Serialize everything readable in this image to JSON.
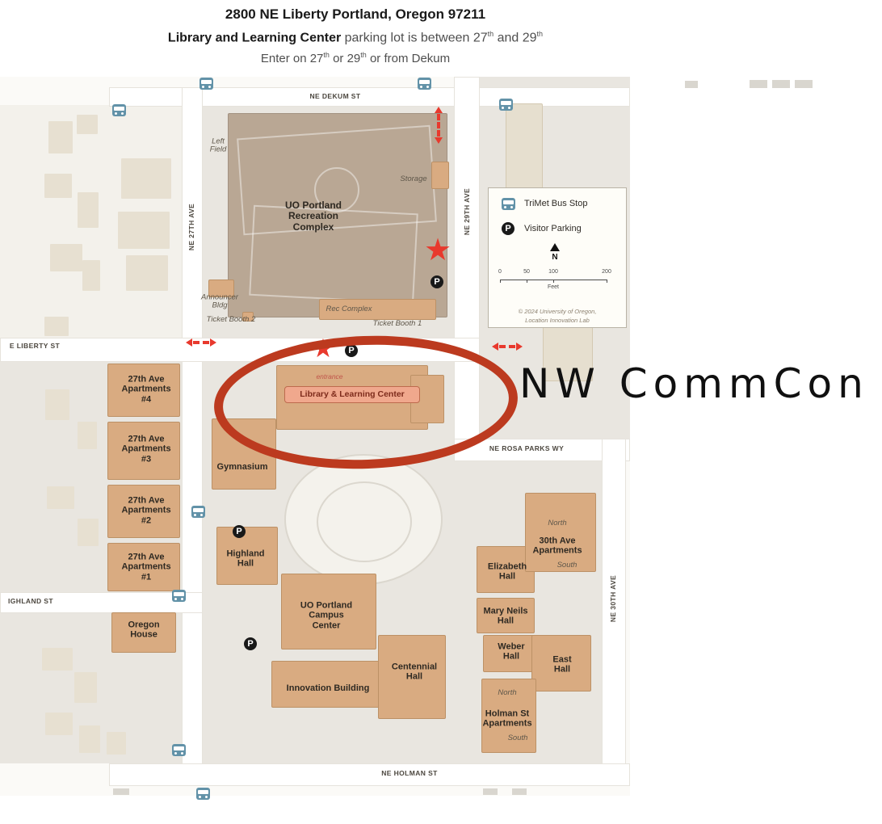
{
  "colors": {
    "building_tan": "#d9ab81",
    "map_block_gray": "#e9e6e0",
    "highlight_red": "#e8392d",
    "circle_red": "#bc3a1f",
    "bus_teal": "#6292a8",
    "library_pill": "#f0a88d"
  },
  "header": {
    "address": "2800 NE Liberty Portland, Oregon 97211",
    "line2": {
      "bold": "Library and Learning Center",
      "rest1": " parking lot is between 27",
      "sup1": "th",
      "rest2": " and 29",
      "sup2": "th"
    },
    "line3": {
      "p1": "Enter on 27",
      "sup1": "th",
      "p2": " or 29",
      "sup2": "th",
      "p3": " or from Dekum"
    }
  },
  "annotation": {
    "label": "NW CommCon"
  },
  "streets": {
    "dekum": "NE DEKUM ST",
    "ave27": "NE 27TH AVE",
    "ave29": "NE 29TH AVE",
    "liberty": "E LIBERTY ST",
    "rosa_parks": "NE ROSA PARKS WY",
    "ave30": "NE 30TH AVE",
    "highland": "IGHLAND ST",
    "holman": "NE HOLMAN ST"
  },
  "buildings": {
    "rec_complex": "UO Portland\nRecreation\nComplex",
    "left_field": "Left\nField",
    "storage": "Storage",
    "announcer": "Announcer\nBldg",
    "ticket_booth_2": "Ticket Booth 2",
    "rec_complex_small": "Rec Complex",
    "ticket_booth_1": "Ticket Booth 1",
    "entrance": "entrance",
    "library": "Library & Learning Center",
    "gymnasium": "Gymnasium",
    "apartments_4": "27th Ave\nApartments\n#4",
    "apartments_3": "27th Ave\nApartments\n#3",
    "apartments_2": "27th Ave\nApartments\n#2",
    "apartments_1": "27th Ave\nApartments\n#1",
    "highland_hall": "Highland\nHall",
    "oregon_house": "Oregon\nHouse",
    "campus_center": "UO Portland\nCampus\nCenter",
    "innovation": "Innovation Building",
    "centennial": "Centennial\nHall",
    "elizabeth": "Elizabeth\nHall",
    "mary_neils": "Mary Neils\nHall",
    "weber": "Weber\nHall",
    "east_hall": "East\nHall",
    "apts30_north": "North",
    "apts30_name": "30th Ave\nApartments",
    "apts30_south": "South",
    "holman_north": "North",
    "holman_name": "Holman St\nApartments",
    "holman_south": "South"
  },
  "legend": {
    "bus_label": "TriMet Bus Stop",
    "parking_label": "Visitor Parking",
    "north_label": "N",
    "scale_ticks": [
      "0",
      "50",
      "100",
      "200"
    ],
    "scale_unit": "Feet",
    "copyright_line1": "© 2024 University of Oregon,",
    "copyright_line2": "Location Innovation Lab"
  },
  "icons": {
    "parking_glyph": "P",
    "star_glyph": "★"
  }
}
